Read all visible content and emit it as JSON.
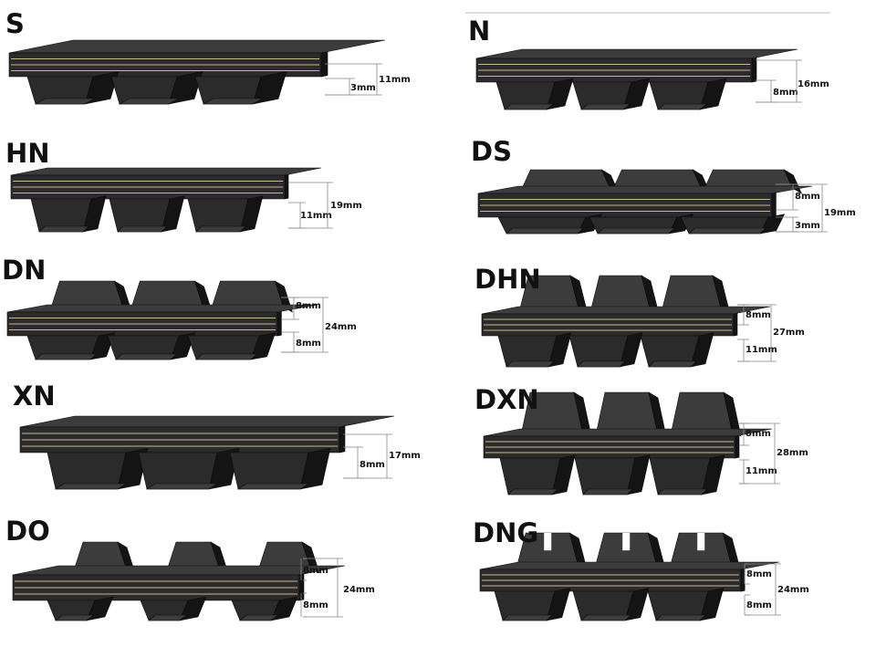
{
  "profiles": [
    {
      "id": "S",
      "label": "S",
      "dims": [
        "3mm",
        "11mm"
      ]
    },
    {
      "id": "N",
      "label": "N",
      "dims": [
        "8mm",
        "16mm"
      ]
    },
    {
      "id": "HN",
      "label": "HN",
      "dims": [
        "11mm",
        "19mm"
      ]
    },
    {
      "id": "DS",
      "label": "DS",
      "dims": [
        "8mm",
        "3mm",
        "19mm"
      ]
    },
    {
      "id": "DN",
      "label": "DN",
      "dims": [
        "8mm",
        "8mm",
        "24mm"
      ]
    },
    {
      "id": "DHN",
      "label": "DHN",
      "dims": [
        "8mm",
        "11mm",
        "27mm"
      ]
    },
    {
      "id": "XN",
      "label": "XN",
      "dims": [
        "8mm",
        "17mm"
      ]
    },
    {
      "id": "DXN",
      "label": "DXN",
      "dims": [
        "8mm",
        "11mm",
        "28mm"
      ]
    },
    {
      "id": "DO",
      "label": "DO",
      "dims": [
        "8mm",
        "8mm",
        "24mm"
      ]
    },
    {
      "id": "DNG",
      "label": "DNG",
      "dims": [
        "8mm",
        "8mm",
        "24mm"
      ]
    }
  ],
  "colors": {
    "belt": "#2b2b2b",
    "belt_dark": "#141414",
    "belt_light": "#3c3c3c",
    "cord": "#c9b98a"
  }
}
